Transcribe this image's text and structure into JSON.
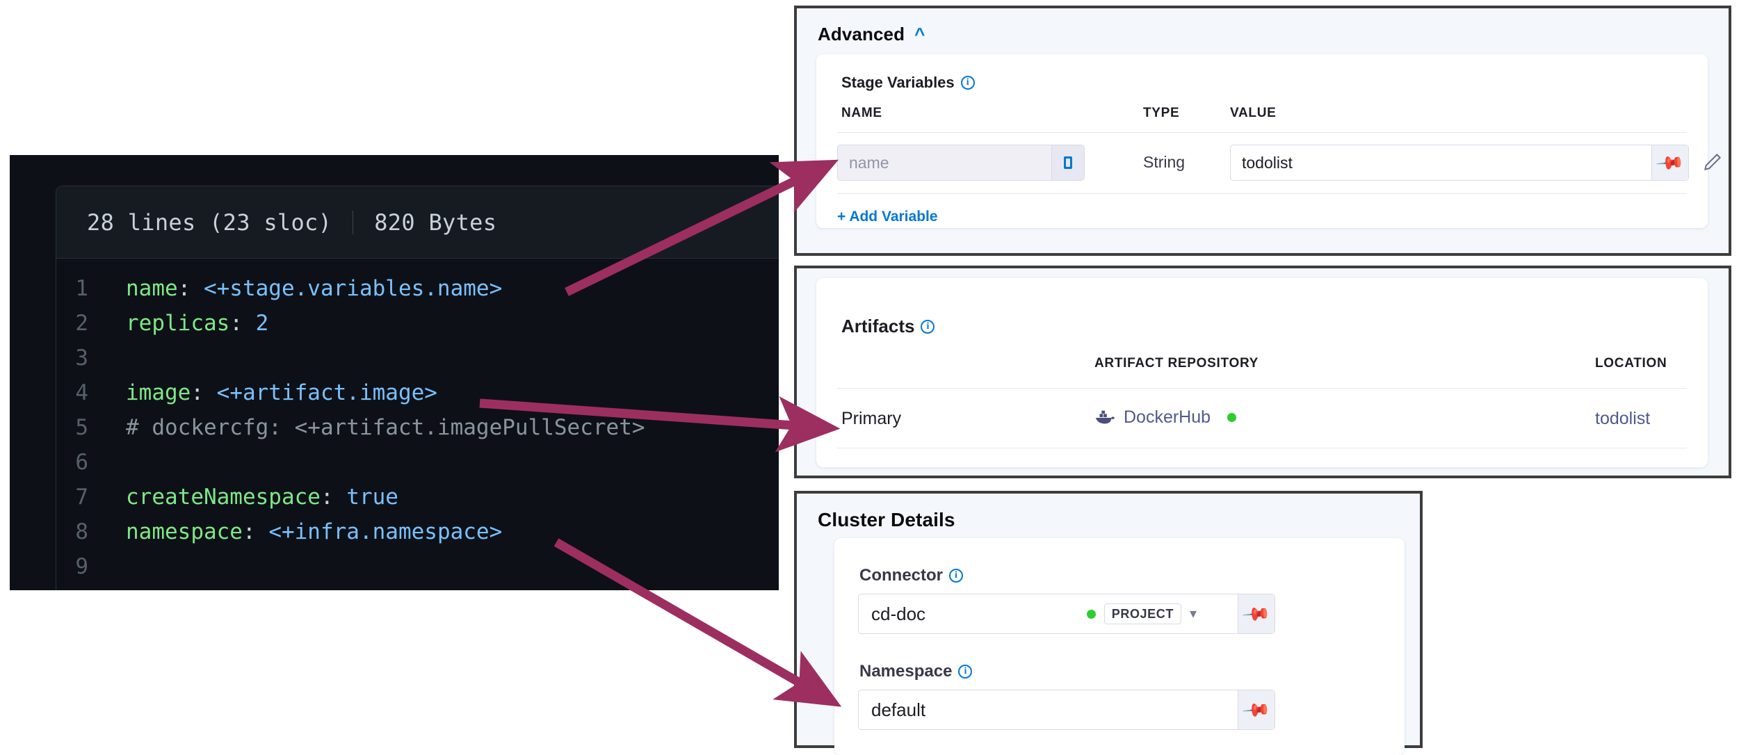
{
  "code_viewer": {
    "lines_meta": "28 lines (23 sloc)",
    "size_meta": "820 Bytes",
    "lines": [
      {
        "num": "1",
        "key": "name",
        "colon": ": ",
        "value": "<+stage.variables.name>",
        "kind": "expr"
      },
      {
        "num": "2",
        "key": "replicas",
        "colon": ": ",
        "value": "2",
        "kind": "num"
      },
      {
        "num": "3",
        "key": "",
        "colon": "",
        "value": "",
        "kind": "blank"
      },
      {
        "num": "4",
        "key": "image",
        "colon": ": ",
        "value": "<+artifact.image>",
        "kind": "expr"
      },
      {
        "num": "5",
        "key": "",
        "colon": "",
        "value": "# dockercfg: <+artifact.imagePullSecret>",
        "kind": "comment"
      },
      {
        "num": "6",
        "key": "",
        "colon": "",
        "value": "",
        "kind": "blank"
      },
      {
        "num": "7",
        "key": "createNamespace",
        "colon": ": ",
        "value": "true",
        "kind": "expr"
      },
      {
        "num": "8",
        "key": "namespace",
        "colon": ": ",
        "value": "<+infra.namespace>",
        "kind": "expr"
      },
      {
        "num": "9",
        "key": "",
        "colon": "",
        "value": "",
        "kind": "blank"
      }
    ]
  },
  "advanced_panel": {
    "title": "Advanced",
    "collapse_icon": "chevron-up",
    "stage_variables": {
      "label": "Stage Variables",
      "columns": [
        "NAME",
        "TYPE",
        "VALUE"
      ],
      "rows": [
        {
          "name_placeholder": "name",
          "name_value": "",
          "type": "String",
          "value": "todolist",
          "pin_icon": "pin",
          "edit_icon": "pencil",
          "delete_icon": "trash"
        }
      ],
      "add_link": "+ Add Variable"
    }
  },
  "artifacts_panel": {
    "label": "Artifacts",
    "columns": [
      "",
      "ARTIFACT REPOSITORY",
      "LOCATION"
    ],
    "rows": [
      {
        "kind": "Primary",
        "repository": "DockerHub",
        "repository_icon": "docker-whale-icon",
        "status": "connected",
        "location": "todolist"
      }
    ]
  },
  "cluster_panel": {
    "title": "Cluster Details",
    "fields": [
      {
        "label": "Connector",
        "value": "cd-doc",
        "scope_tag": "PROJECT",
        "status": "connected",
        "dropdown_icon": "chevron-down",
        "pin_icon": "pin"
      },
      {
        "label": "Namespace",
        "value": "default",
        "pin_icon": "pin"
      }
    ]
  },
  "annotations": {
    "arrow_color": "#9c2f5f",
    "arrows": [
      {
        "name": "arrow-to-stage-variable-name",
        "from": "code-line-1",
        "to": "stage-variables-name-input"
      },
      {
        "name": "arrow-to-artifact-primary",
        "from": "code-line-4",
        "to": "artifacts-primary-row"
      },
      {
        "name": "arrow-to-namespace-field",
        "from": "code-line-8",
        "to": "cluster-namespace-input"
      }
    ]
  },
  "colors": {
    "accent_blue": "#0278d5",
    "code_bg": "#0d1117",
    "code_key": "#7ee787",
    "code_value": "#79c0ff",
    "code_comment": "#8b949e",
    "status_green": "#2ecc2e",
    "arrow": "#9c2f5f"
  }
}
